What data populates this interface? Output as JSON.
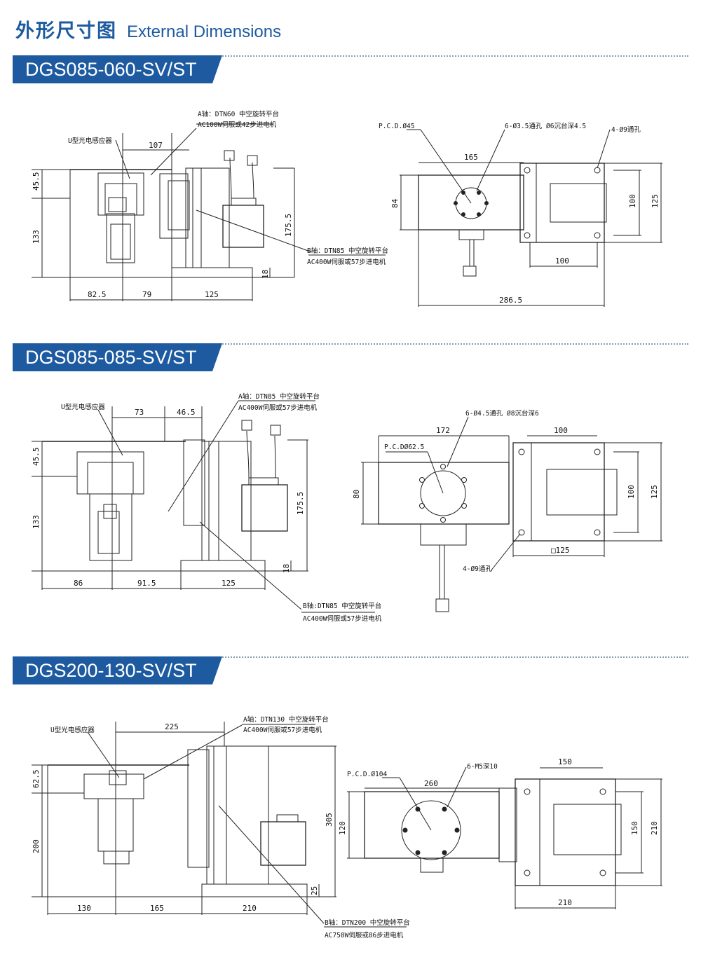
{
  "header": {
    "title_zh": "外形尺寸图",
    "title_en": "External Dimensions"
  },
  "sections": [
    {
      "model": "DGS085-060-SV/ST",
      "side_view": {
        "label_a_1": "A轴：DTN60 中空旋转平台",
        "label_a_2": "AC100W伺服或42步进电机",
        "label_sensor": "U型光电感应器",
        "label_b_1": "B轴：DTN85 中空旋转平台",
        "label_b_2": "AC400W伺服或57步进电机",
        "dims": {
          "top": "107",
          "left_upper": "45.5",
          "left_lower": "133",
          "right": "175.5",
          "base": "18",
          "b1": "82.5",
          "b2": "79",
          "b3": "125"
        }
      },
      "top_view": {
        "pcd": "P.C.D.Ø45",
        "holes": "6-Ø3.5通孔 Ø6沉台深4.5",
        "mount": "4-Ø9通孔",
        "dims": {
          "w": "165",
          "h": "84",
          "r1": "100",
          "r2": "125",
          "b1": "100",
          "b2": "286.5"
        }
      }
    },
    {
      "model": "DGS085-085-SV/ST",
      "side_view": {
        "label_a_1": "A轴：DTN85 中空旋转平台",
        "label_a_2": "AC400W伺服或57步进电机",
        "label_sensor": "U型光电感应器",
        "label_b_1": "B轴:DTN85 中空旋转平台",
        "label_b_2": "AC400W伺服或57步进电机",
        "dims": {
          "top1": "73",
          "top2": "46.5",
          "left_upper": "45.5",
          "left_lower": "133",
          "right": "175.5",
          "base": "18",
          "b1": "86",
          "b2": "91.5",
          "b3": "125"
        }
      },
      "top_view": {
        "pcd": "P.C.DØ62.5",
        "holes": "6-Ø4.5通孔 Ø8沉台深6",
        "mount": "4-Ø9通孔",
        "dims": {
          "w": "172",
          "top_r": "100",
          "h": "80",
          "r1": "100",
          "r2": "125",
          "b1": "□125"
        }
      }
    },
    {
      "model": "DGS200-130-SV/ST",
      "side_view": {
        "label_a_1": "A轴：DTN130 中空旋转平台",
        "label_a_2": "AC400W伺服或57步进电机",
        "label_sensor": "U型光电感应器",
        "label_b_1": "B轴：DTN200 中空旋转平台",
        "label_b_2": "AC750W伺服或86步进电机",
        "dims": {
          "top": "225",
          "left_upper": "62.5",
          "left_lower": "200",
          "right": "305",
          "base": "25",
          "b1": "130",
          "b2": "165",
          "b3": "210"
        }
      },
      "top_view": {
        "pcd": "P.C.D.Ø104",
        "holes": "6-M5深10",
        "dims": {
          "w": "260",
          "top_r": "150",
          "h": "120",
          "r1": "150",
          "r2": "210",
          "b1": "210"
        }
      }
    }
  ]
}
